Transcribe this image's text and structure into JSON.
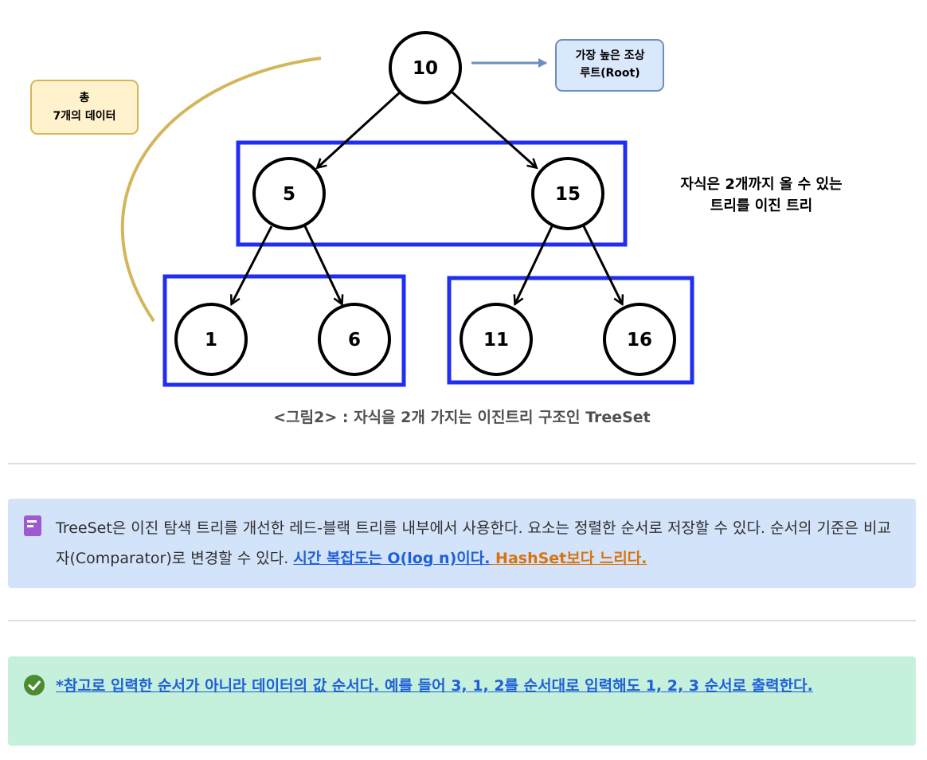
{
  "diagram": {
    "nodes": {
      "root": "10",
      "left": "5",
      "right": "15",
      "left_left": "1",
      "left_right": "6",
      "right_left": "11",
      "right_right": "16"
    },
    "root_callout": {
      "line1": "가장 높은 조상",
      "line2": "루트(Root)"
    },
    "total_callout": {
      "line1": "총",
      "line2": "7개의 데이터"
    },
    "side_note": {
      "line1": "자식은 2개까지 올 수 있는",
      "line2": "트리를 이진 트리"
    },
    "caption": "<그림2> : 자식을 2개 가지는 이진트리 구조인 TreeSet",
    "colors": {
      "box": "#1f2ef0",
      "curve": "#d4b65a",
      "callout_blue_fill": "#dae8fc",
      "callout_blue_border": "#6c8ebf",
      "callout_yellow_fill": "#fff2cc",
      "callout_yellow_border": "#d6b656"
    }
  },
  "callout1": {
    "icon": "page-icon",
    "text_plain_1": "TreeSet은 이진 탐색 트리를 개선한 레드-블랙 트리를 내부에서 사용한다. 요소는 정렬한 순서로 저장할 수 있다. 순서의 기준은 비교자(Comparator)로 변경할 수 있다. ",
    "link_blue": "시간 복잡도는 O(log n)이다.",
    "link_orange": " HashSet보다 느리다."
  },
  "callout2": {
    "icon": "check-circle-icon",
    "text": "*참고로 입력한 순서가 아니라 데이터의 값 순서다. 예를 들어 3, 1, 2를 순서대로 입력해도 1, 2, 3 순서로 출력한다."
  }
}
